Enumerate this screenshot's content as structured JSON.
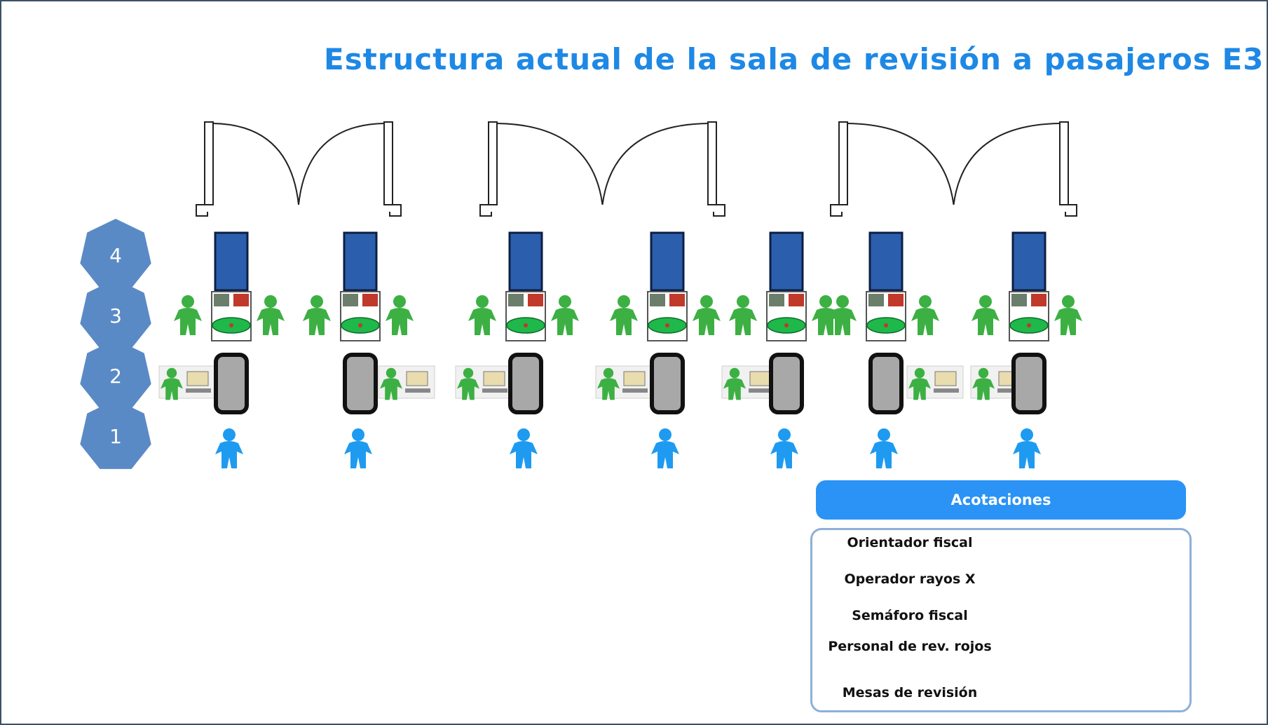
{
  "title": "Estructura actual de la sala de revisión a pasajeros E3",
  "rows": [
    {
      "label": "4"
    },
    {
      "label": "3"
    },
    {
      "label": "2"
    },
    {
      "label": "1"
    }
  ],
  "legend": {
    "header": "Acotaciones",
    "items": [
      {
        "label": "Orientador fiscal",
        "icon": "blue-person-icon"
      },
      {
        "label": "Operador rayos X",
        "icon": "xray-operator-icon"
      },
      {
        "label": "Semáforo fiscal",
        "icon": "traffic-light-icon"
      },
      {
        "label": "Personal de rev. rojos",
        "icon": "green-person-icon"
      },
      {
        "label": "Mesas de revisión",
        "icon": "review-table-icon"
      }
    ]
  },
  "colors": {
    "title": "#1e88e5",
    "heptagon": "#5a8ac6",
    "table": "#2b5fad",
    "xray": "#a8a8a8",
    "staff": "#3cb043",
    "orientador": "#1e9bf0",
    "legend_header": "#2a93f5"
  }
}
